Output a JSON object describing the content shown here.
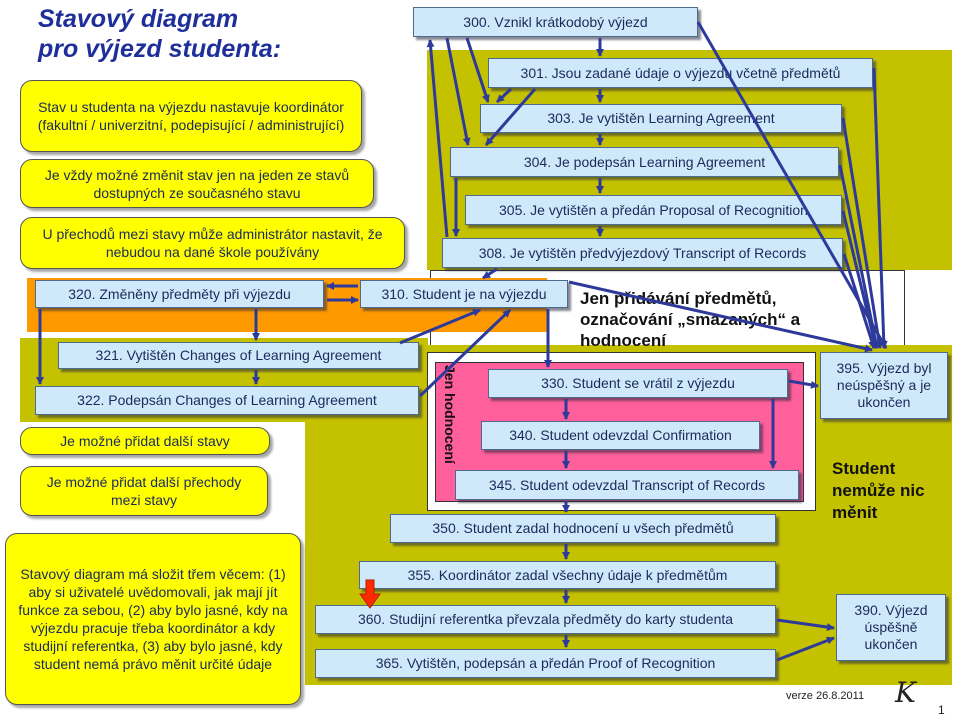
{
  "title": {
    "line1": "Stavový diagram",
    "line2": "pro výjezd studenta:"
  },
  "notes": {
    "n1": "Stav u studenta na výjezdu nastavuje koordinátor (fakultní / univerzitní, podepisující / administrující)",
    "n2": "Je vždy možné změnit stav jen na jeden ze stavů dostupných ze současného stavu",
    "n3": "U přechodů mezi stavy může administrátor nastavit, že nebudou na dané škole používány",
    "n4": "Je možné přidat další stavy",
    "n5": "Je možné přidat další přechody mezi stavy",
    "n6": "Stavový diagram má složit třem věcem: (1) aby si uživatelé uvědomovali, jak mají jít funkce za sebou, (2) aby bylo jasné, kdy na výjezdu pracuje třeba koordinátor a kdy studijní referentka, (3) aby bylo jasné, kdy student nemá právo měnit určité údaje"
  },
  "states": {
    "s300": "300. Vznikl krátkodobý výjezd",
    "s301": "301. Jsou zadané údaje o výjezdu včetně předmětů",
    "s303": "303. Je vytištěn Learning Agreement",
    "s304": "304. Je podepsán Learning Agreement",
    "s305": "305. Je vytištěn a předán Proposal of Recognition",
    "s308": "308. Je vytištěn předvýjezdový Transcript of Records",
    "s320": "320. Změněny předměty při výjezdu",
    "s310": "310. Student je na výjezdu",
    "s321": "321. Vytištěn Changes of Learning Agreement",
    "s322": "322. Podepsán Changes of Learning Agreement",
    "s330": "330. Student se vrátil z výjezdu",
    "s340": "340. Student odevzdal Confirmation",
    "s345": "345. Student odevzdal Transcript of Records",
    "s350": "350. Student zadal hodnocení u všech předmětů",
    "s355": "355. Koordinátor zadal všechny údaje k předmětům",
    "s360": "360. Studijní referentka převzala předměty do karty studenta",
    "s365": "365. Vytištěn, podepsán a předán Proof of Recognition",
    "s395": "395. Výjezd byl neúspěšný a je ukončen",
    "s390": "390. Výjezd úspěšně ukončen"
  },
  "regions": {
    "orange_label": "Jen přidávání předmětů, označování „smazaných“ a hodnocení",
    "pink_label": "Jen hodnocení",
    "student_label": "Student nemůže nic měnit"
  },
  "footer": {
    "version": "verze 26.8.2011",
    "logo": "K",
    "page": "1"
  },
  "colors": {
    "olive": "#c4c200",
    "orange": "#ff9900",
    "pink": "#ff5f9b",
    "state_fill": "#cfe9fb",
    "note_fill": "#ffff00",
    "arrow": "#2e3a9a",
    "title": "#1f2f9a",
    "red_arrow": "#ff2a00"
  }
}
